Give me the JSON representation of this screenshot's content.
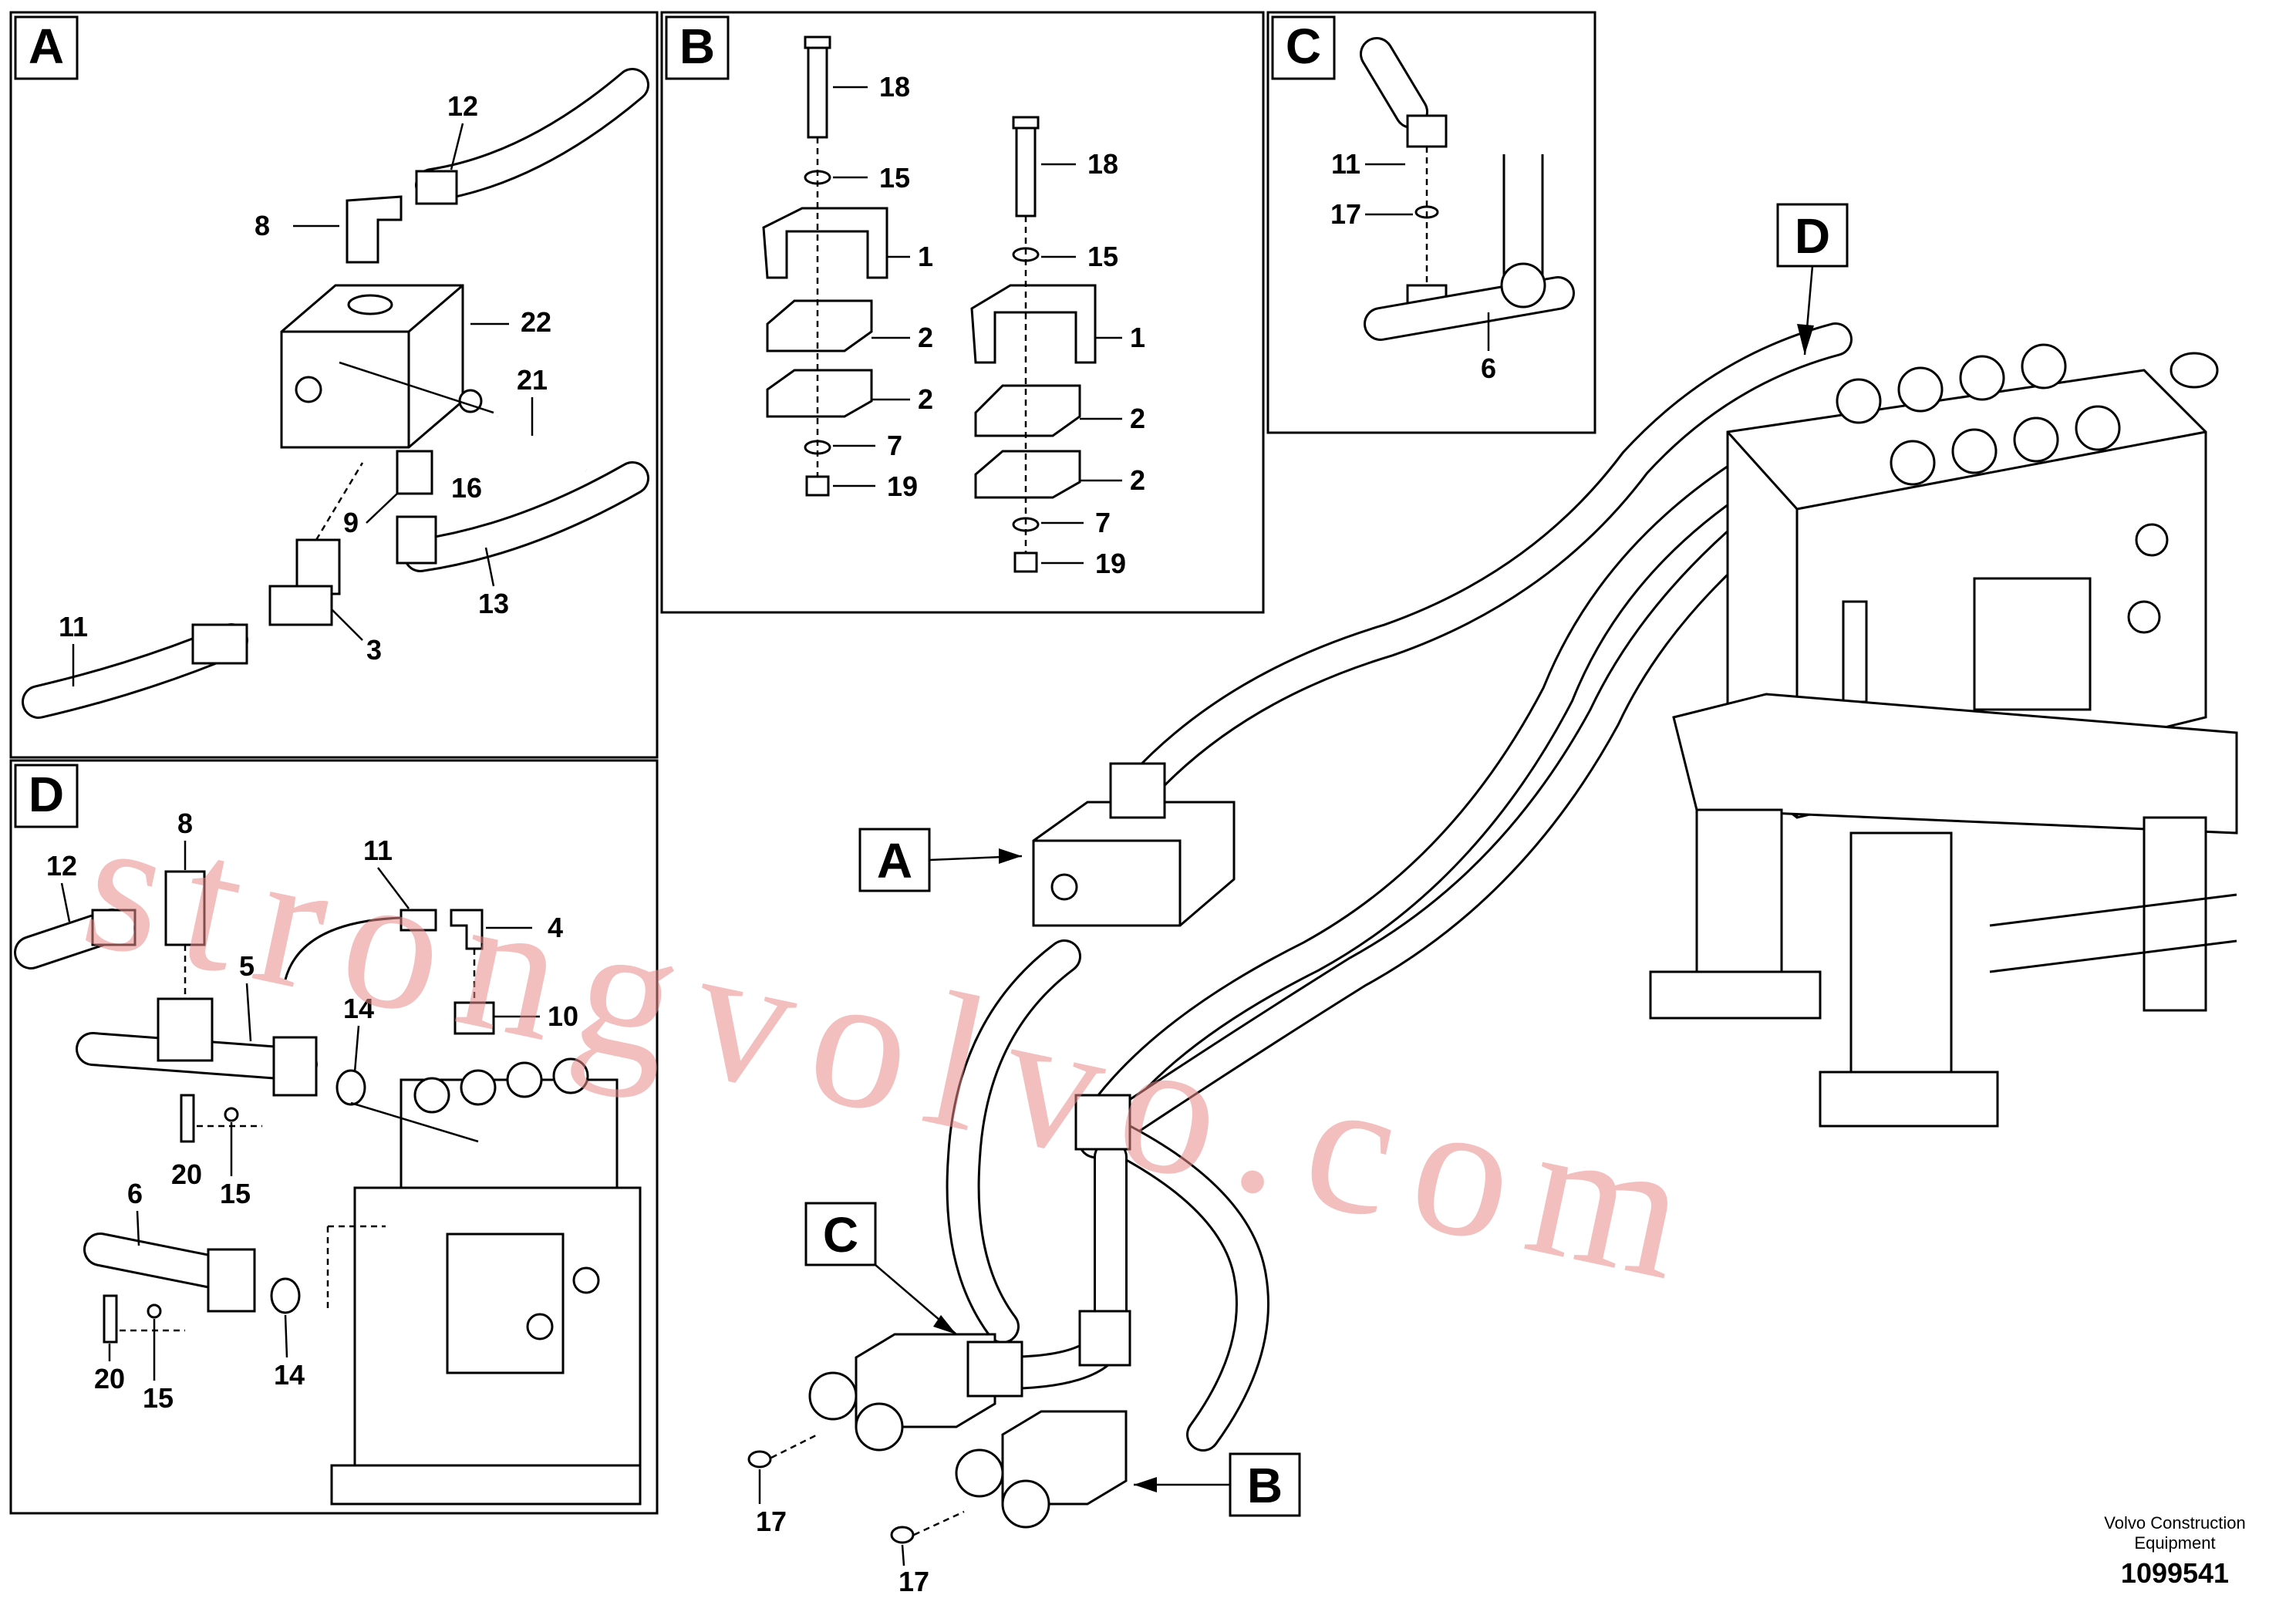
{
  "panels": {
    "A": {
      "label": "A",
      "callouts": [
        "12",
        "8",
        "22",
        "21",
        "16",
        "9",
        "13",
        "11",
        "3"
      ]
    },
    "B": {
      "label": "B",
      "callouts": [
        "18",
        "15",
        "1",
        "2",
        "2",
        "7",
        "19",
        "18",
        "15",
        "1",
        "2",
        "2",
        "7",
        "19"
      ]
    },
    "C": {
      "label": "C",
      "callouts": [
        "11",
        "17",
        "6"
      ]
    },
    "D": {
      "label": "D",
      "callouts": [
        "12",
        "8",
        "11",
        "4",
        "5",
        "14",
        "10",
        "20",
        "15",
        "6",
        "20",
        "15",
        "14"
      ]
    }
  },
  "main_view": {
    "labels": {
      "A": "A",
      "B": "B",
      "C": "C",
      "D": "D"
    },
    "callouts": [
      "17",
      "17"
    ]
  },
  "watermark": "strongvolvo.com",
  "footer": {
    "brand_line1": "Volvo Construction",
    "brand_line2": "Equipment",
    "drawing_number": "1099541"
  }
}
